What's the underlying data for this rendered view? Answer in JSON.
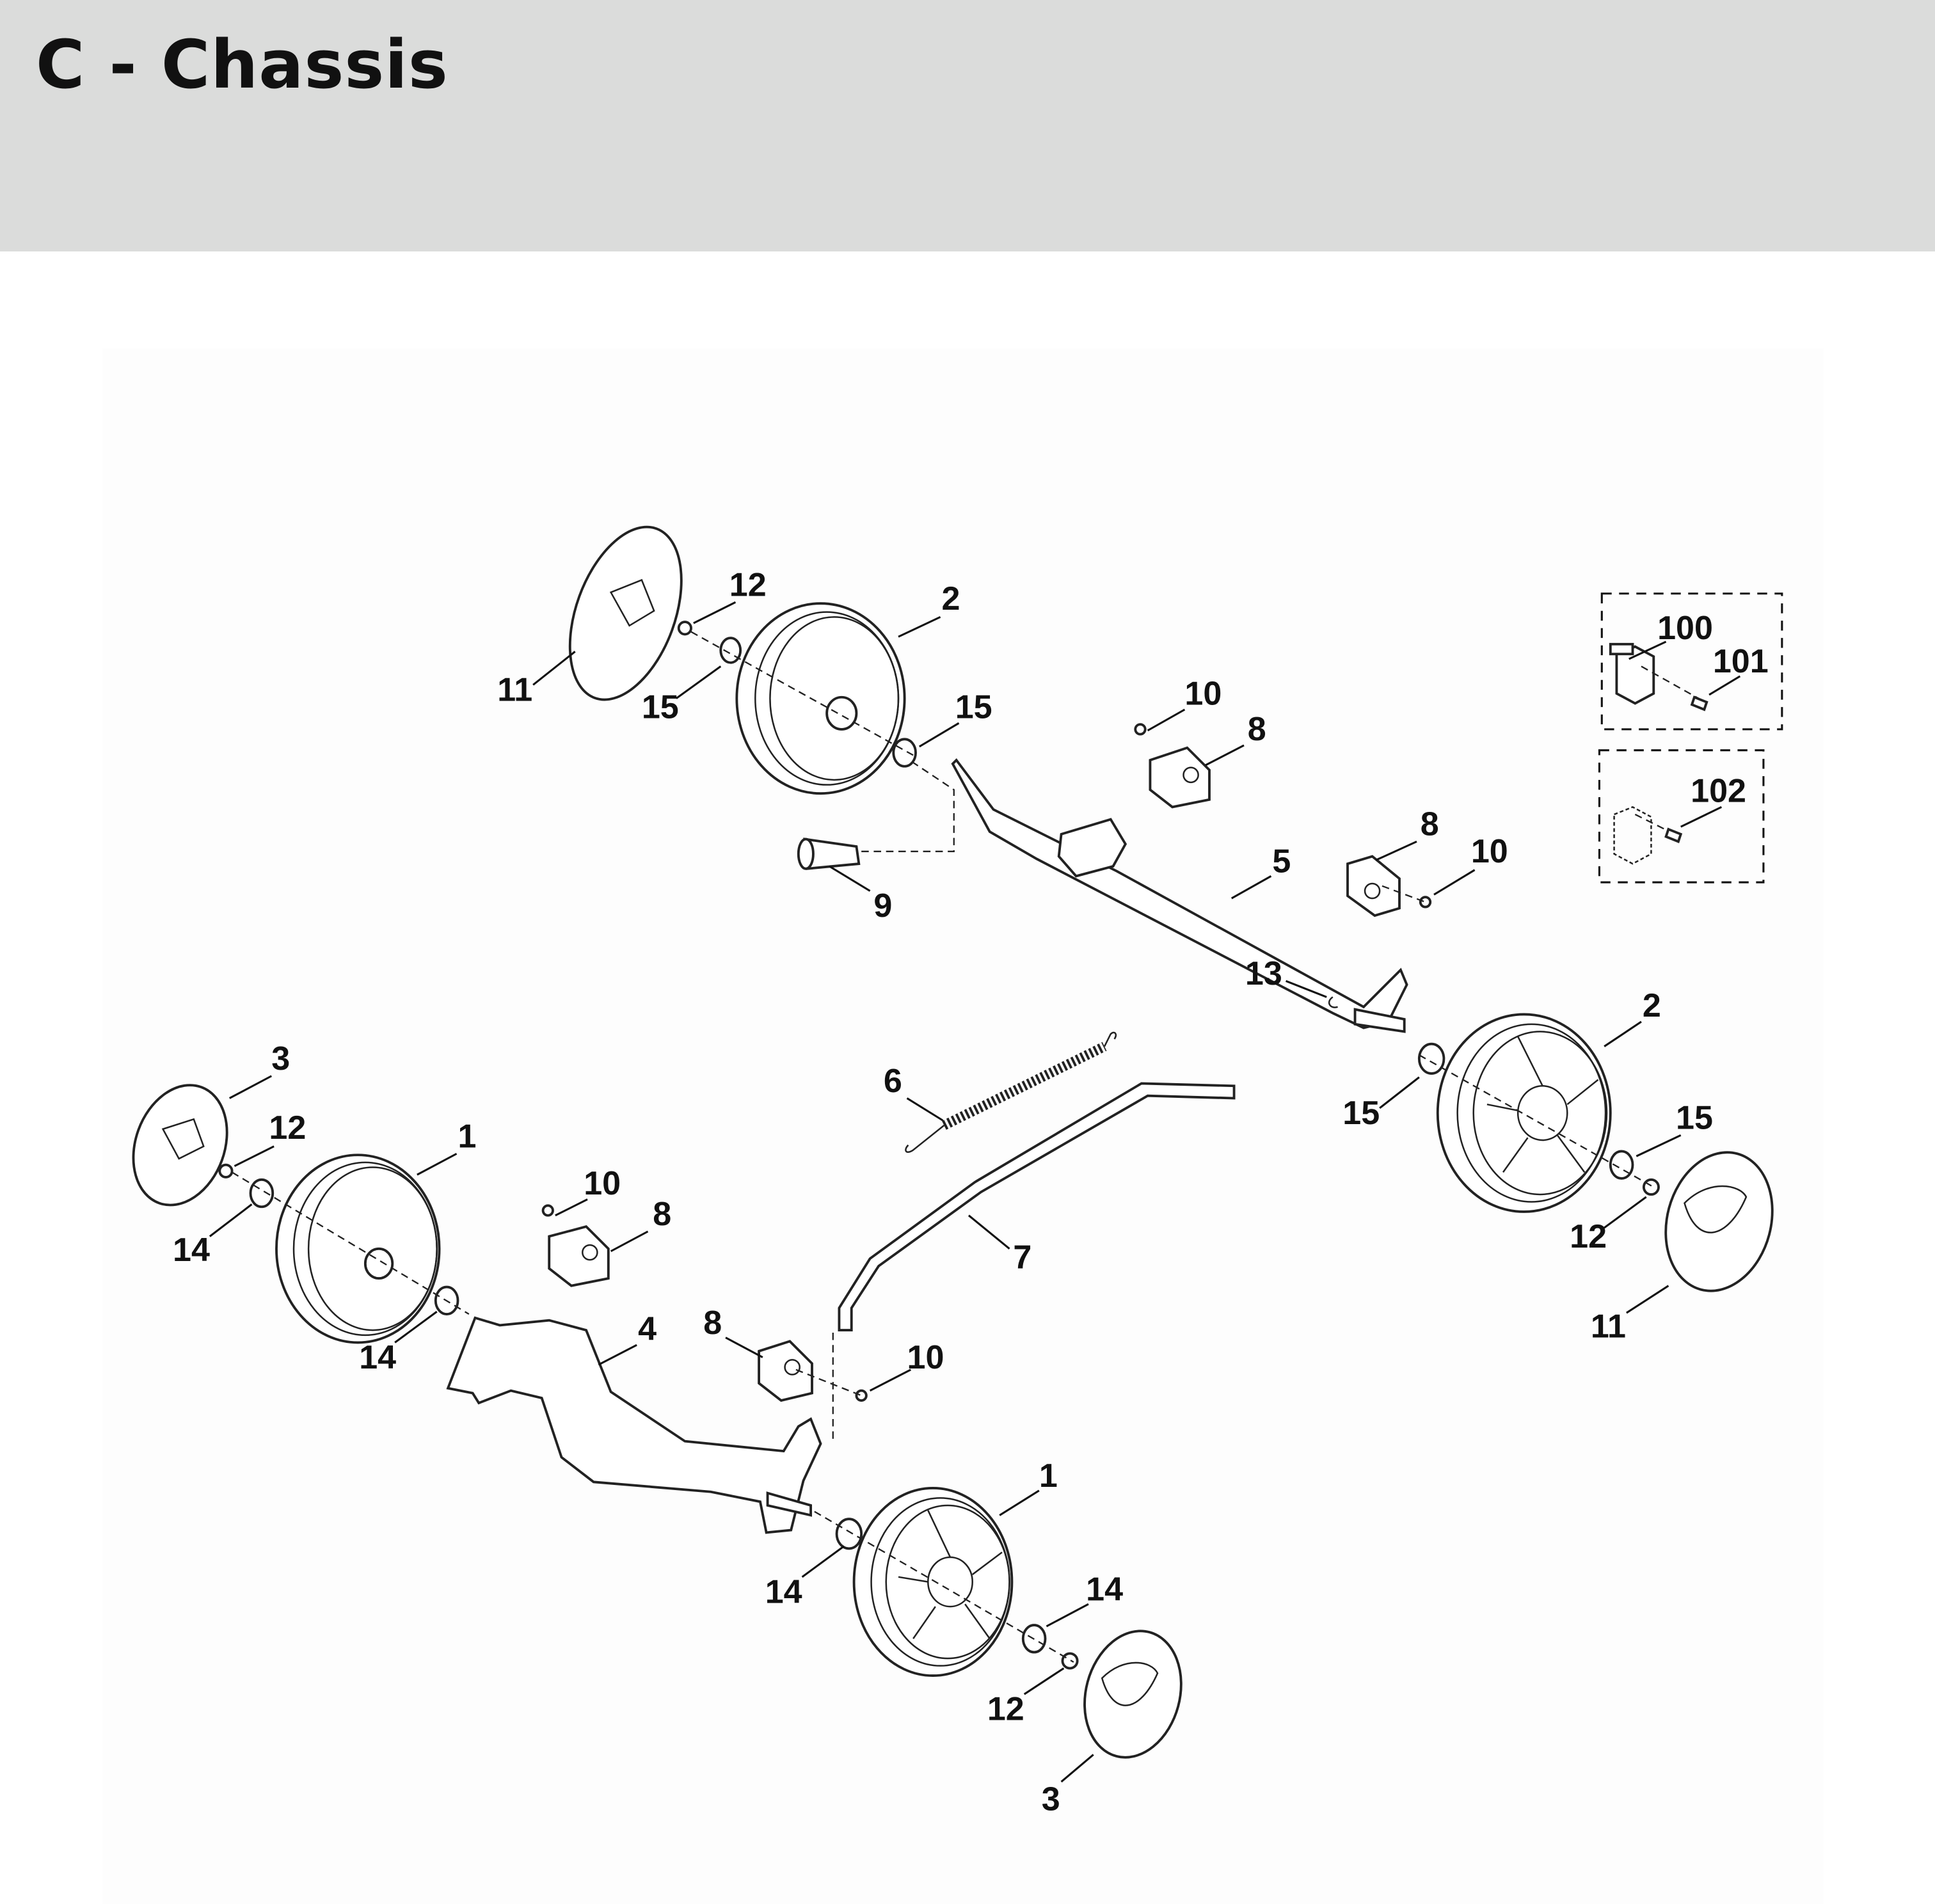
{
  "header": {
    "title": "C - Chassis"
  },
  "labels": {
    "top_hubcap_12": "12",
    "top_wheel_2": "2",
    "top_hubcap_11": "11",
    "top_bearing_15a": "15",
    "top_bearing_15b": "15",
    "top_screw_10a": "10",
    "top_bracket_8a": "8",
    "box_100": "100",
    "box_101": "101",
    "box_102": "102",
    "bracket_8b": "8",
    "screw_10b": "10",
    "axle_5": "5",
    "grip_9": "9",
    "clip_13": "13",
    "right_wheel_2": "2",
    "bearing_15c": "15",
    "bearing_15d": "15",
    "spring_6": "6",
    "left_hubcap_3": "3",
    "left_nut_12": "12",
    "left_wheel_1": "1",
    "screw_10c": "10",
    "bracket_8c": "8",
    "bearing_14a": "14",
    "nut_12b": "12",
    "rod_7": "7",
    "hubcap_11b": "11",
    "bearing_14b": "14",
    "axle_4": "4",
    "bracket_8d": "8",
    "screw_10d": "10",
    "front_wheel_1": "1",
    "bearing_14c": "14",
    "bearing_14d": "14",
    "nut_12c": "12",
    "hubcap_3b": "3"
  }
}
